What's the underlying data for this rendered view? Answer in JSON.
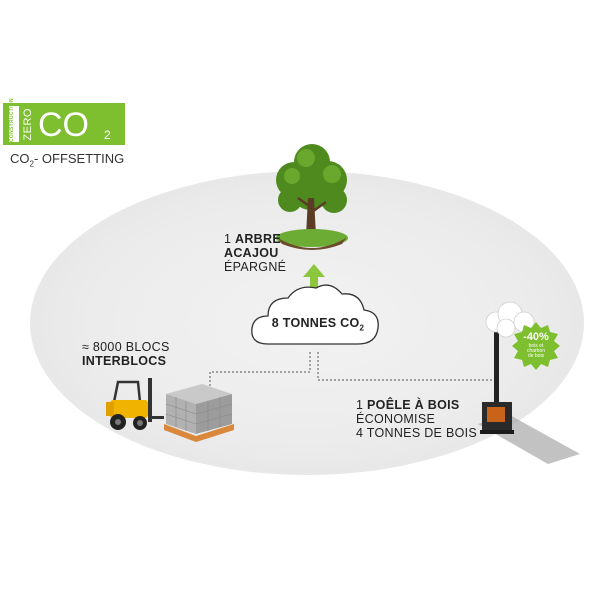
{
  "logo": {
    "small_text": "CONSTRUCTION",
    "zero": "ZERO",
    "co": "CO",
    "sub": "2"
  },
  "caption": {
    "prefix": "CO",
    "sub": "2",
    "suffix": "- OFFSETTING"
  },
  "tree": {
    "line1": "1 ",
    "line1_bold": "ARBRE",
    "line2_bold": "ACAJOU",
    "line3": "ÉPARGNÉ"
  },
  "center": {
    "label": "8 TONNES CO",
    "sub": "2"
  },
  "blocs": {
    "line1": "≈ 8000 BLOCS",
    "line2_bold": "INTERBLOCS"
  },
  "poele": {
    "line1_num": "1 ",
    "line1_bold": "POÊLE À BOIS",
    "line2": "ÉCONOMISE",
    "line3": "4 TONNES DE BOIS"
  },
  "badge": {
    "big": "-40%",
    "small1": "bois et",
    "small2": "charbon",
    "small3": "de bois"
  },
  "colors": {
    "accent_green": "#7dbf2f",
    "arrow_green": "#8cc63f",
    "forklift_yellow": "#f0b400",
    "pallet_orange": "#d9873b"
  }
}
